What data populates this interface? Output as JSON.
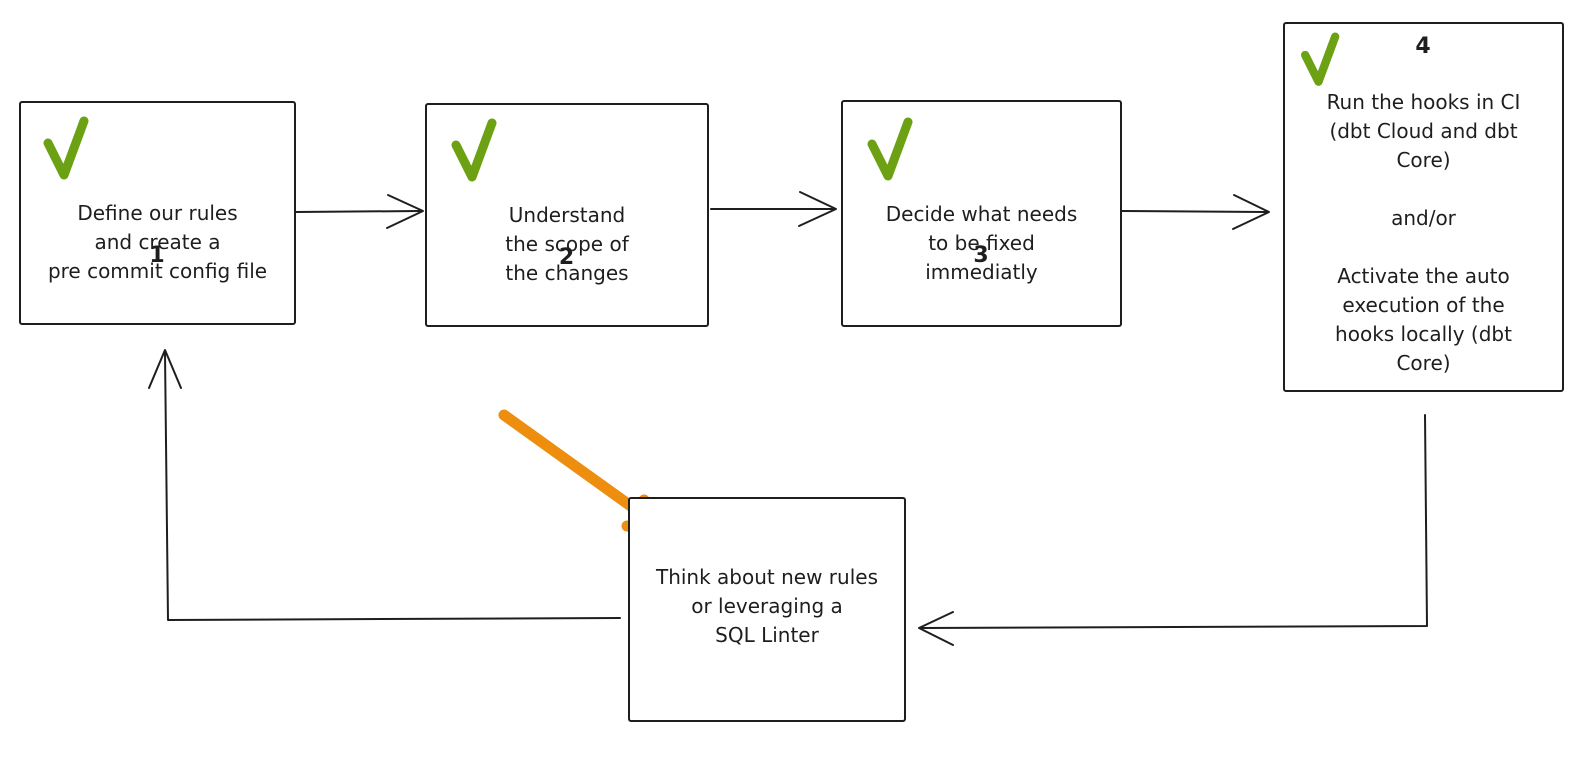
{
  "diagram": {
    "background": "#ffffff",
    "stroke_color": "#1e1e1e",
    "check_color": "#6ba112",
    "highlight_arrow_color": "#ED8E0F",
    "steps": [
      {
        "id": "step-1",
        "number": "1",
        "checked": true,
        "lines": [
          "Define our rules",
          "and create a",
          "pre commit config file"
        ]
      },
      {
        "id": "step-2",
        "number": "2",
        "checked": true,
        "lines": [
          "Understand",
          "the scope of",
          "the changes"
        ]
      },
      {
        "id": "step-3",
        "number": "3",
        "checked": true,
        "lines": [
          "Decide what needs",
          "to be fixed",
          "immediatly"
        ]
      },
      {
        "id": "step-4",
        "number": "4",
        "checked": true,
        "lines": [
          "Run the hooks in CI",
          "(dbt Cloud and dbt",
          "Core)",
          "",
          "and/or",
          "",
          "Activate the auto",
          "execution of the",
          "hooks locally (dbt",
          "Core)"
        ]
      },
      {
        "id": "loop-box",
        "number": "",
        "checked": false,
        "lines": [
          "Think about new rules",
          "or leveraging a",
          "SQL Linter"
        ]
      }
    ],
    "connections": [
      {
        "from": "step-1",
        "to": "step-2",
        "style": "plain-open-arrow"
      },
      {
        "from": "step-2",
        "to": "step-3",
        "style": "plain-open-arrow"
      },
      {
        "from": "step-3",
        "to": "step-4",
        "style": "plain-open-arrow"
      },
      {
        "from": "step-4",
        "to": "loop-box",
        "style": "plain-open-arrow"
      },
      {
        "from": "loop-box",
        "to": "step-1",
        "style": "plain-open-arrow"
      },
      {
        "to": "loop-box",
        "style": "thick-orange-highlight"
      }
    ]
  }
}
